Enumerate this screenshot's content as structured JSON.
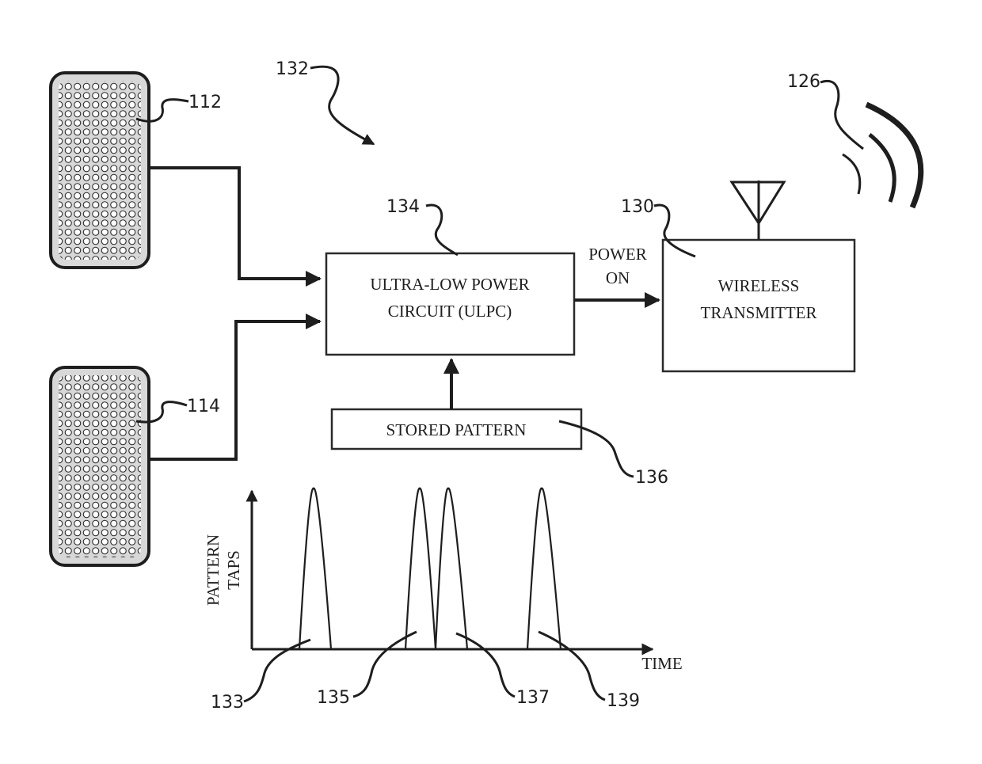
{
  "colors": {
    "ink": "#1e1e1e",
    "pad_fill": "#d8d8d8",
    "pad_dot": "#ffffff"
  },
  "references": {
    "r112": "112",
    "r114": "114",
    "r126": "126",
    "r130": "130",
    "r132": "132",
    "r133": "133",
    "r134": "134",
    "r135": "135",
    "r136": "136",
    "r137": "137",
    "r139": "139"
  },
  "ulpc_box": {
    "line1": "ULTRA-LOW POWER",
    "line2": "CIRCUIT (ULPC)"
  },
  "transmitter_box": {
    "line1": "WIRELESS",
    "line2": "TRANSMITTER"
  },
  "power_on": {
    "line1": "POWER",
    "line2": "ON"
  },
  "stored_pattern_box": {
    "label": "STORED PATTERN"
  },
  "tap_chart": {
    "y_label_line1": "PATTERN",
    "y_label_line2": "TAPS",
    "x_label": "TIME"
  },
  "icons": {
    "sensor_pad": "perforated-sensor-pad-icon",
    "antenna": "antenna-icon",
    "radio_waves": "radio-waves-icon"
  }
}
